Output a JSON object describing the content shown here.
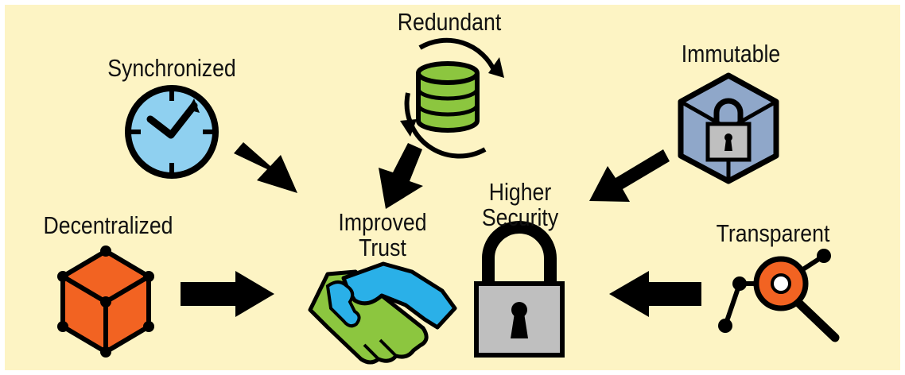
{
  "colors": {
    "background": "#fdf4c4",
    "clock_face": "#8fd0f0",
    "database": "#8cc63f",
    "cube_blue": "#8fa7c9",
    "cube_orange": "#f26322",
    "lock_gray": "#bfbfbf",
    "hand_green": "#8cc63f",
    "hand_blue": "#2ab0e8",
    "outline": "#000000"
  },
  "nodes": {
    "synchronized": {
      "label": "Synchronized",
      "icon": "clock-icon"
    },
    "redundant": {
      "label": "Redundant",
      "icon": "database-sync-icon"
    },
    "immutable": {
      "label": "Immutable",
      "icon": "locked-cube-icon"
    },
    "decentralized": {
      "label": "Decentralized",
      "icon": "network-cube-icon"
    },
    "transparent": {
      "label": "Transparent",
      "icon": "magnifier-network-icon"
    },
    "improved_trust": {
      "line1": "Improved",
      "line2": "Trust",
      "icon": "handshake-icon"
    },
    "higher_security": {
      "line1": "Higher",
      "line2": "Security",
      "icon": "padlock-icon"
    }
  }
}
